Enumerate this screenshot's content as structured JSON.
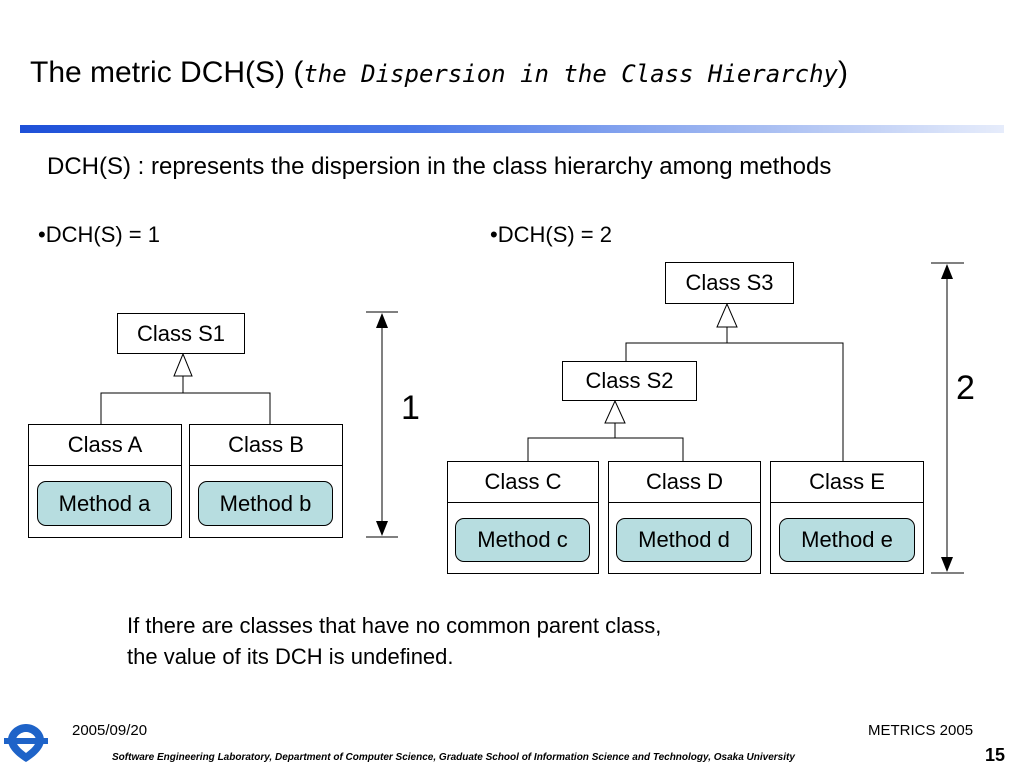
{
  "title": {
    "main": "The metric DCH(S) (",
    "italic": "the Dispersion in the Class Hierarchy",
    "close": ")"
  },
  "subtitle": "DCH(S) : represents the dispersion in the class hierarchy among methods",
  "left": {
    "bullet": "•DCH(S) = 1",
    "parent": "Class S1",
    "classes": [
      {
        "name": "Class A",
        "method": "Method a"
      },
      {
        "name": "Class B",
        "method": "Method b"
      }
    ],
    "depth": "1"
  },
  "right": {
    "bullet": "•DCH(S) = 2",
    "top": "Class S3",
    "middle": "Class S2",
    "classes": [
      {
        "name": "Class C",
        "method": "Method c"
      },
      {
        "name": "Class D",
        "method": "Method d"
      },
      {
        "name": "Class E",
        "method": "Method e"
      }
    ],
    "depth": "2"
  },
  "note": {
    "line1": "If there are classes that have no common parent class,",
    "line2": "the value of its DCH is undefined."
  },
  "footer": {
    "date": "2005/09/20",
    "conference": "METRICS 2005",
    "lab": "Software Engineering Laboratory,  Department of Computer Science,  Graduate School of Information Science and Technology,  Osaka University",
    "page": "15"
  },
  "colors": {
    "method_fill": "#b7dde0",
    "rule_blue": "#1e50d8"
  },
  "icons": {
    "logo": "university-logo-icon"
  }
}
